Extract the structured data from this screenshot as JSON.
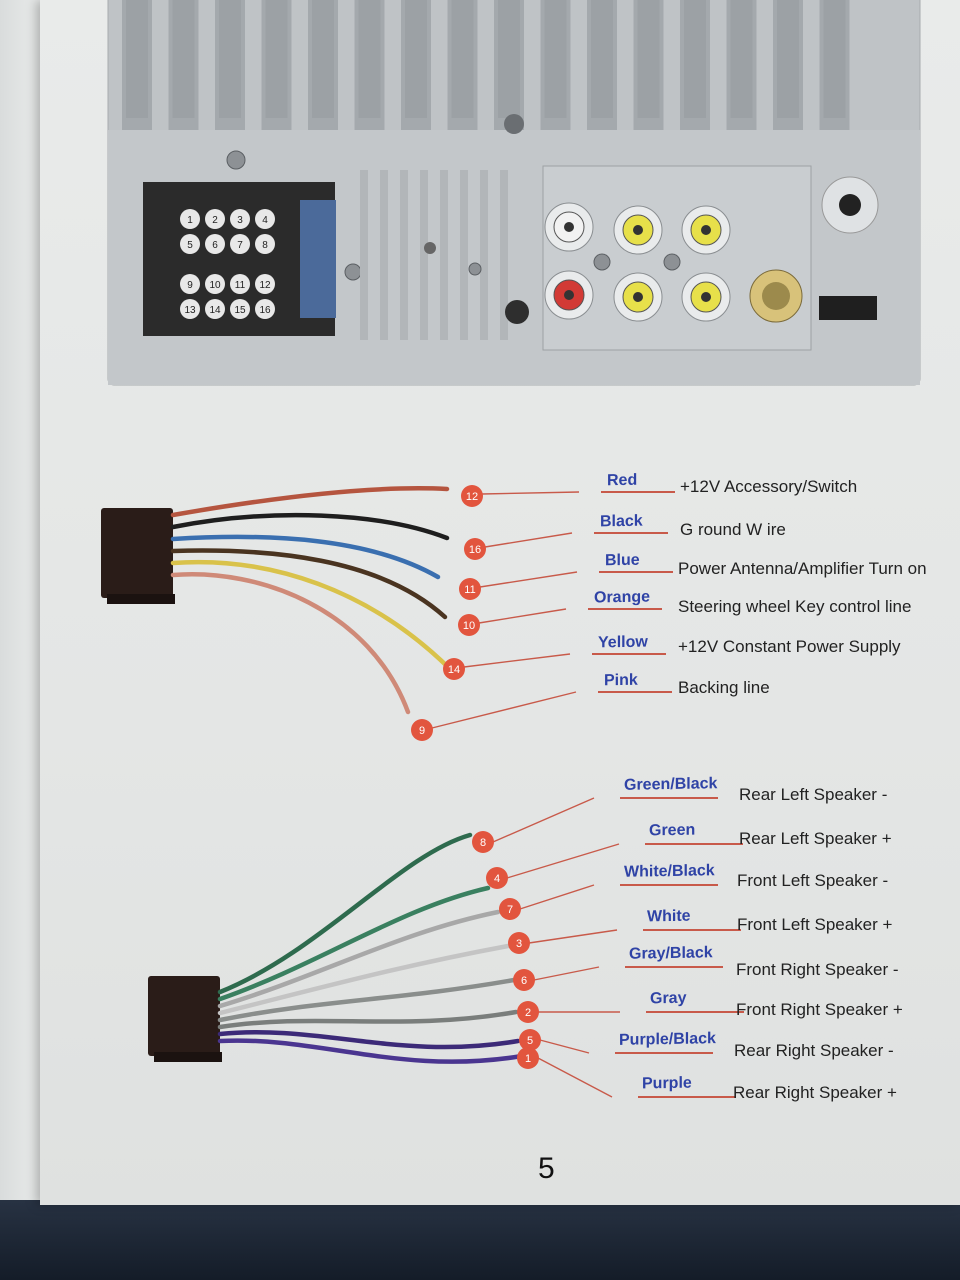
{
  "device": {
    "connector_pins": [
      "1",
      "2",
      "3",
      "4",
      "5",
      "6",
      "7",
      "8",
      "9",
      "10",
      "11",
      "12",
      "13",
      "14",
      "15",
      "16"
    ]
  },
  "power_wires": [
    {
      "pin": "12",
      "color": "Red",
      "function": "+12V Accessory/Switch",
      "wire": "#b5553f"
    },
    {
      "pin": "16",
      "color": "Black",
      "function": "G round W ire",
      "wire": "#1e1e1e"
    },
    {
      "pin": "11",
      "color": "Blue",
      "function": "Power Antenna/Amplifier Turn on",
      "wire": "#3a6fb0"
    },
    {
      "pin": "10",
      "color": "Orange",
      "function": "Steering wheel Key control line",
      "wire": "#4a3420"
    },
    {
      "pin": "14",
      "color": "Yellow",
      "function": "+12V Constant Power Supply",
      "wire": "#d9c24a"
    },
    {
      "pin": "9",
      "color": "Pink",
      "function": "Backing line",
      "wire": "#cf8a78"
    }
  ],
  "speaker_wires": [
    {
      "pin": "8",
      "color": "Green/Black",
      "function": "Rear Left Speaker  -",
      "wire": "#2e6b4e"
    },
    {
      "pin": "4",
      "color": "Green",
      "function": "Rear Left Speaker  +",
      "wire": "#3a8060"
    },
    {
      "pin": "7",
      "color": "White/Black",
      "function": "Front Left Speaker  -",
      "wire": "#a8a8a8"
    },
    {
      "pin": "3",
      "color": "White",
      "function": "Front Left Speaker  +",
      "wire": "#c4c4c4"
    },
    {
      "pin": "6",
      "color": "Gray/Black",
      "function": "Front Right Speaker  -",
      "wire": "#8a8e8c"
    },
    {
      "pin": "2",
      "color": "Gray",
      "function": "Front Right Speaker  +",
      "wire": "#7a7e7c"
    },
    {
      "pin": "5",
      "color": "Purple/Black",
      "function": "Rear Right Speaker  -",
      "wire": "#3c2a78"
    },
    {
      "pin": "1",
      "color": "Purple",
      "function": "Rear Right Speaker  +",
      "wire": "#4a3590"
    }
  ],
  "page_number": "5",
  "colors": {
    "badge": "#e2553e",
    "label_blue": "#2f43a6",
    "leader": "#c85a4a"
  }
}
